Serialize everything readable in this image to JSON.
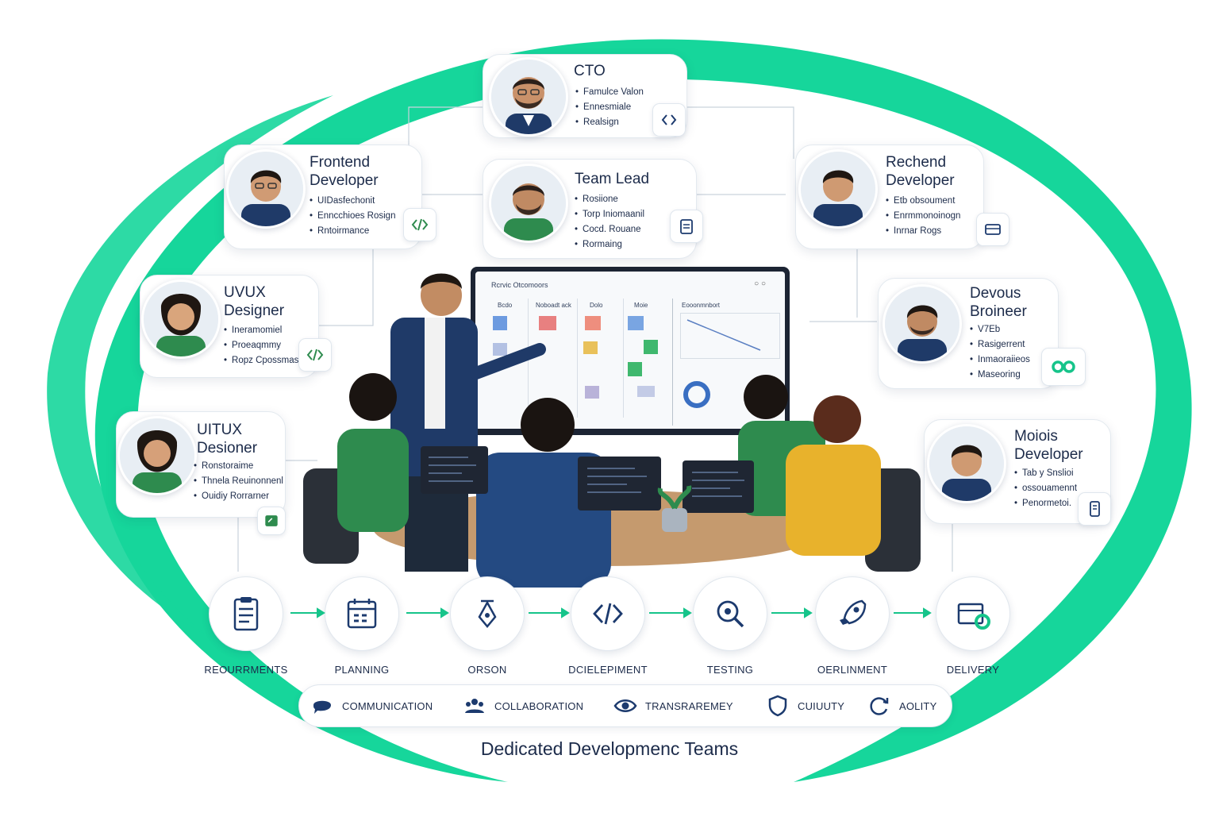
{
  "colors": {
    "accent": "#16d69b",
    "navy": "#1c3a6e",
    "green": "#2e8b4e",
    "text": "#1c2b4a"
  },
  "members": [
    {
      "role": "CTO",
      "bullets": [
        "Famulce Valon",
        "Ennesmiale",
        "Realsign"
      ],
      "badge": "code-bracket-icon"
    },
    {
      "role": "Frontend Developer",
      "bullets": [
        "UIDasfechonit",
        "Enncchioes Rosign",
        "Rntoirmance"
      ],
      "badge": "code-icon"
    },
    {
      "role": "Team Lead",
      "bullets": [
        "Rosiione",
        "Torp Iniomaanil",
        "Cocd. Rouane",
        "Rormaing"
      ],
      "badge": "clipboard-icon"
    },
    {
      "role": "Rechend Developer",
      "bullets": [
        "Etb obsoument",
        "Enrmmonoinogn",
        "Inrnar Rogs"
      ],
      "badge": "server-icon"
    },
    {
      "role": "UVUX Designer",
      "bullets": [
        "Ineramomiel",
        "Proeaqmmy",
        "Ropz Cpossmasn"
      ],
      "badge": "code-icon"
    },
    {
      "role": "Devous Broineer",
      "bullets": [
        "V7Eb",
        "Rasigerrent",
        "Inmaoraiieos",
        "Maseoring"
      ],
      "badge": "infinity-icon"
    },
    {
      "role": "UITUX Desioner",
      "bullets": [
        "Ronstoraime",
        "Thnela Reuinonnenl",
        "Ouidiy Rorrarner"
      ],
      "badge": "folder-icon"
    },
    {
      "role": "Moiois Developer",
      "bullets": [
        "Tab y Snslioi",
        "ossouamennt",
        "Penormetoi."
      ],
      "badge": "mobile-icon"
    }
  ],
  "board": {
    "title": "Rcrvic Otcomoors",
    "columns": [
      "Bcdo",
      "Noboadt ack",
      "Dolo",
      "Moie"
    ],
    "panel_title": "Eooonmnbort"
  },
  "steps": [
    "REOURRMENTS",
    "PLANNING",
    "ORSON",
    "DCIELEPIMENT",
    "TESTING",
    "OERLINMENT",
    "DELIVERY"
  ],
  "values": [
    "COMMUNICATION",
    "COLLABORATION",
    "TRANSRAREMEY",
    "CUIUUTY",
    "AOLITY"
  ],
  "footer": "Dedicated Developmenc Teams"
}
